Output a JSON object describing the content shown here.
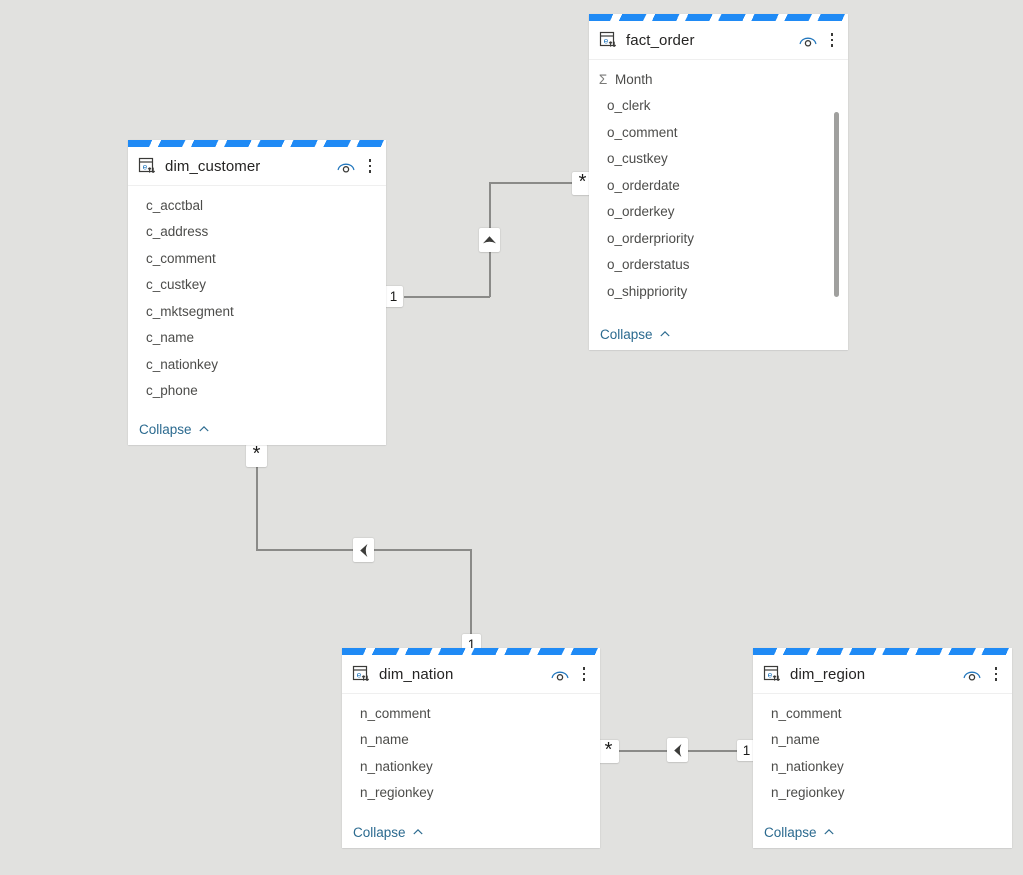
{
  "canvas": {
    "background": "#e1e1df",
    "line_color": "#8a8a88",
    "selection_stripe_color": "#1f8af5",
    "link_color": "#2b6a8f"
  },
  "tables": [
    {
      "id": "dim_customer",
      "name": "dim_customer",
      "collapse_label": "Collapse",
      "icon": "table-sort-icon",
      "eye_icon": "hidden-eye-icon",
      "menu_icon": "more-options-icon",
      "has_scrollbar": false,
      "fields": [
        {
          "name": "c_acctbal",
          "measure": false
        },
        {
          "name": "c_address",
          "measure": false
        },
        {
          "name": "c_comment",
          "measure": false
        },
        {
          "name": "c_custkey",
          "measure": false
        },
        {
          "name": "c_mktsegment",
          "measure": false
        },
        {
          "name": "c_name",
          "measure": false
        },
        {
          "name": "c_nationkey",
          "measure": false
        },
        {
          "name": "c_phone",
          "measure": false
        }
      ]
    },
    {
      "id": "fact_order",
      "name": "fact_order",
      "collapse_label": "Collapse",
      "icon": "table-sort-icon",
      "eye_icon": "hidden-eye-icon",
      "menu_icon": "more-options-icon",
      "has_scrollbar": true,
      "fields": [
        {
          "name": "Month",
          "measure": true,
          "sigma": "Σ"
        },
        {
          "name": "o_clerk",
          "measure": false
        },
        {
          "name": "o_comment",
          "measure": false
        },
        {
          "name": "o_custkey",
          "measure": false
        },
        {
          "name": "o_orderdate",
          "measure": false
        },
        {
          "name": "o_orderkey",
          "measure": false
        },
        {
          "name": "o_orderpriority",
          "measure": false
        },
        {
          "name": "o_orderstatus",
          "measure": false
        },
        {
          "name": "o_shippriority",
          "measure": false
        }
      ]
    },
    {
      "id": "dim_nation",
      "name": "dim_nation",
      "collapse_label": "Collapse",
      "icon": "table-sort-icon",
      "eye_icon": "hidden-eye-icon",
      "menu_icon": "more-options-icon",
      "has_scrollbar": false,
      "fields": [
        {
          "name": "n_comment",
          "measure": false
        },
        {
          "name": "n_name",
          "measure": false
        },
        {
          "name": "n_nationkey",
          "measure": false
        },
        {
          "name": "n_regionkey",
          "measure": false
        }
      ]
    },
    {
      "id": "dim_region",
      "name": "dim_region",
      "collapse_label": "Collapse",
      "icon": "table-sort-icon",
      "eye_icon": "hidden-eye-icon",
      "menu_icon": "more-options-icon",
      "has_scrollbar": false,
      "fields": [
        {
          "name": "n_comment",
          "measure": false
        },
        {
          "name": "n_name",
          "measure": false
        },
        {
          "name": "n_nationkey",
          "measure": false
        },
        {
          "name": "n_regionkey",
          "measure": false
        }
      ]
    }
  ],
  "relationships": [
    {
      "id": "dim_customer-fact_order",
      "from_table": "dim_customer",
      "to_table": "fact_order",
      "from_cardinality": "1",
      "to_cardinality": "*",
      "filter_direction": "up",
      "arrow_icon": "filter-direction-up-icon"
    },
    {
      "id": "dim_customer-dim_nation",
      "from_table": "dim_customer",
      "to_table": "dim_nation",
      "from_cardinality": "*",
      "to_cardinality": "1",
      "filter_direction": "left",
      "arrow_icon": "filter-direction-left-icon"
    },
    {
      "id": "dim_nation-dim_region",
      "from_table": "dim_nation",
      "to_table": "dim_region",
      "from_cardinality": "*",
      "to_cardinality": "1",
      "filter_direction": "left",
      "arrow_icon": "filter-direction-left-icon"
    }
  ]
}
